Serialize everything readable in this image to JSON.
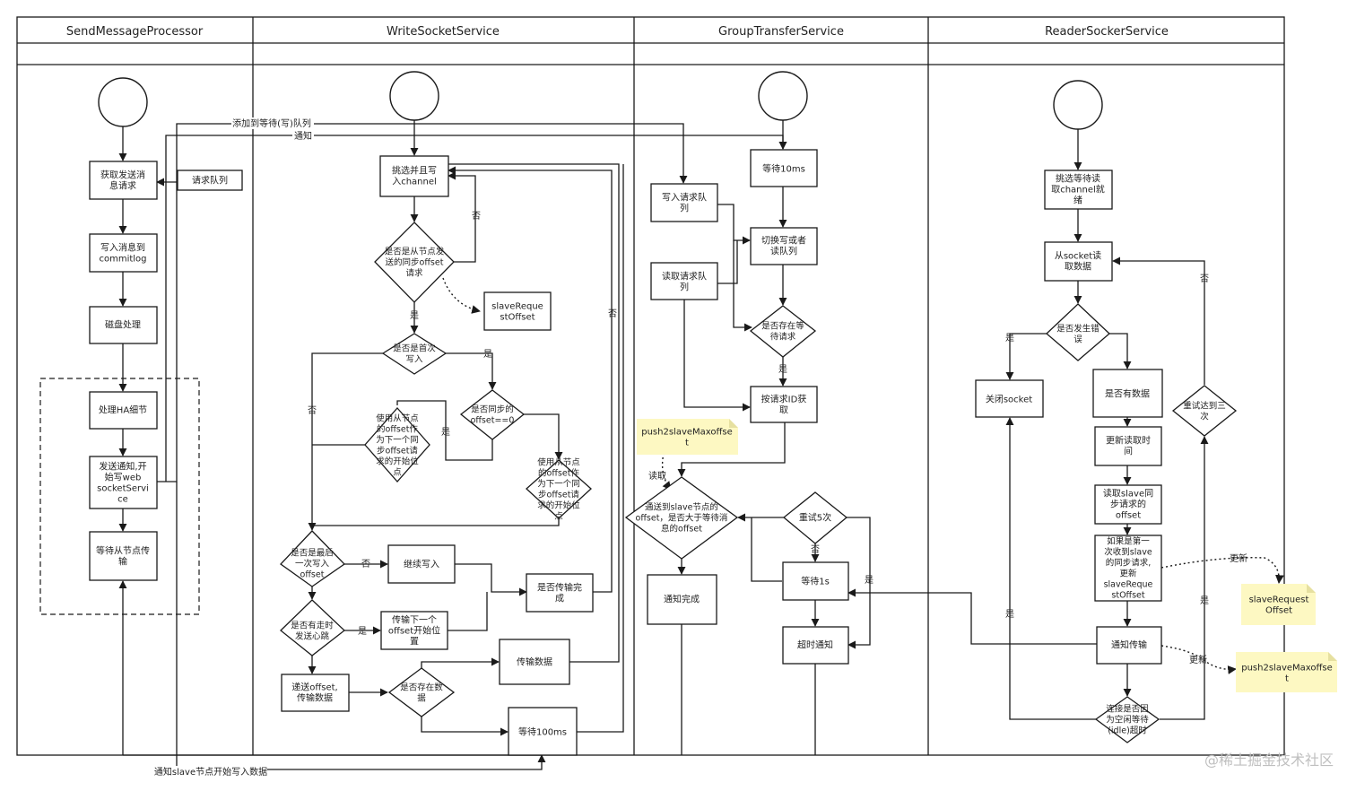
{
  "lanes": [
    {
      "id": "lane-send",
      "title": "SendMessageProcessor"
    },
    {
      "id": "lane-write",
      "title": "WriteSocketService"
    },
    {
      "id": "lane-group",
      "title": "GroupTransferService"
    },
    {
      "id": "lane-reader",
      "title": "ReaderSockerService"
    }
  ],
  "nodes": {
    "send_fetch": "获取发送消\n息请求",
    "send_queue": "请求队列",
    "send_write_log": "写入消息到\ncommitlog",
    "send_disk": "磁盘处理",
    "send_ha": "处理HA细节",
    "send_notify": "发送通知,开\n始写web\nsocketServi\nce",
    "send_wait": "等待从节点传\n输",
    "w_pick": "挑选并且写\n入channel",
    "w_is_sync": "是否是从节点发\n送的同步offset\n请求",
    "w_slave_req": "slaveReque\nstOffset",
    "w_first": "是否是首次\n写入",
    "w_sync_zero": "是否同步的\noffset==0",
    "w_use_left": "使用从节点\n的offset作\n为下一个同\n步offset请\n求的开始位\n点",
    "w_use_right": "使用从节点\n的offset作\n为下一个同\n步offset请\n求的开始位\n点",
    "w_last": "是否是最后\n一次写入\noffset",
    "w_continue": "继续写入",
    "w_done": "是否传输完\n成",
    "w_heart": "是否有走时\n发送心跳",
    "w_next": "传输下一个\noffset开始位\n置",
    "w_data": "传输数据",
    "w_inc": "递送offset,\n传输数据",
    "w_has_data": "是否存在数\n据",
    "w_wait100": "等待100ms",
    "g_write_q": "写入请求队\n列",
    "g_read_q": "读取请求队\n列",
    "g_wait10": "等待10ms",
    "g_switch": "切换写或者\n读队列",
    "g_has_wait": "是否存在等\n待请求",
    "g_by_id": "按请求ID获\n取",
    "g_note": "push2slaveMaxoffse\nt",
    "g_sent": "通送到slave节点的\noffset，是否大于等待消\n息的offset",
    "g_notify_done": "通知完成",
    "g_retry5": "重试5次",
    "g_wait1s": "等待1s",
    "g_timeout": "超时通知",
    "r_pick": "挑选等待读\n取channel就\n绪",
    "r_read": "从socket读\n取数据",
    "r_err": "是否发生错\n误",
    "r_close": "关闭socket",
    "r_has_data": "是否有数据",
    "r_update": "更新读取时\n间",
    "r_read_off": "读取slave同\n步请求的\noffset",
    "r_first": "如果是第一\n次收到slave\n的同步请求,\n更新\nslaveReque\nstOffset",
    "r_notify": "通知传输",
    "r_idle": "连接是否因\n为空闲等待\n(idle)超时",
    "r_retry3": "重试达到三\n次",
    "r_note1": "slaveRequest\nOffset",
    "r_note2": "push2slaveMaxoffse\nt"
  },
  "edge_labels": {
    "add_wait_queue": "添加到等待(写)队列",
    "notify": "通知",
    "notify_slave": "通知slave节点开始写入数据",
    "yes": "是",
    "no": "否",
    "read": "读取",
    "update": "更新"
  },
  "watermark": "@稀土掘金技术社区",
  "colors": {
    "line": "#1a1a1a",
    "note_fill": "#fdf8c2",
    "note_fold": "#e6e0a0"
  }
}
